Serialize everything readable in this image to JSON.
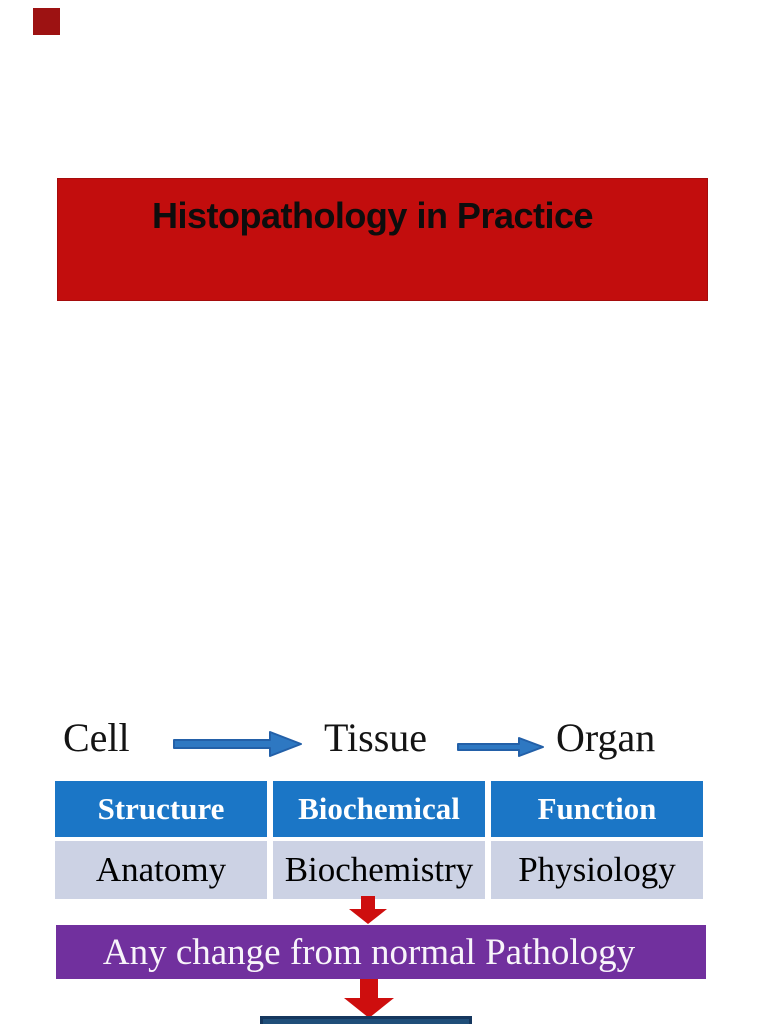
{
  "slide": {
    "title": "Histopathology in Practice",
    "flow": {
      "items": [
        "Cell",
        "Tissue",
        "Organ"
      ]
    },
    "table": {
      "header_row": [
        "Structure",
        "Biochemical",
        "Function"
      ],
      "body_row": [
        "Anatomy",
        "Biochemistry",
        "Physiology"
      ]
    },
    "pathology_banner": {
      "label": "Any change from normal Pathology"
    },
    "colors": {
      "title_banner_red": "#c20d0d",
      "corner_square_red": "#9d1212",
      "table_header_blue": "#1b76c6",
      "table_row_lavender": "#ccd2e4",
      "flow_arrow_blue": "#2e78c2",
      "flow_arrow_outline": "#2360a8",
      "down_arrow_red": "#ce0e0e",
      "pathology_purple": "#71309e",
      "bottom_box_navy": "#1f4e79",
      "bottom_box_border": "#15375e",
      "title_text_color": "#0d0d0d",
      "header_text_color": "#ffffff",
      "banner_text_color": "#f8f4fa"
    }
  }
}
